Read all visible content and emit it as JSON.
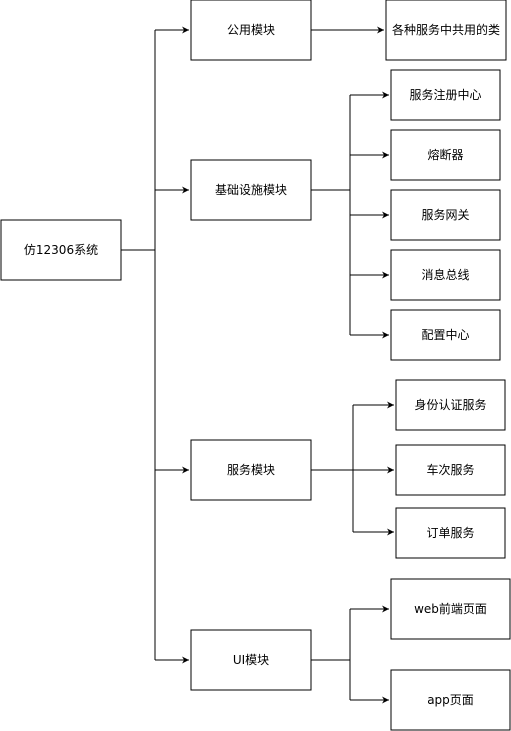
{
  "diagram": {
    "root": {
      "label": "仿12306系统"
    },
    "modules": [
      {
        "label": "公用模块",
        "children": [
          "各种服务中共用的类"
        ]
      },
      {
        "label": "基础设施模块",
        "children": [
          "服务注册中心",
          "熔断器",
          "服务网关",
          "消息总线",
          "配置中心"
        ]
      },
      {
        "label": "服务模块",
        "children": [
          "身份认证服务",
          "车次服务",
          "订单服务"
        ]
      },
      {
        "label": "UI模块",
        "children": [
          "web前端页面",
          "app页面"
        ]
      }
    ]
  }
}
